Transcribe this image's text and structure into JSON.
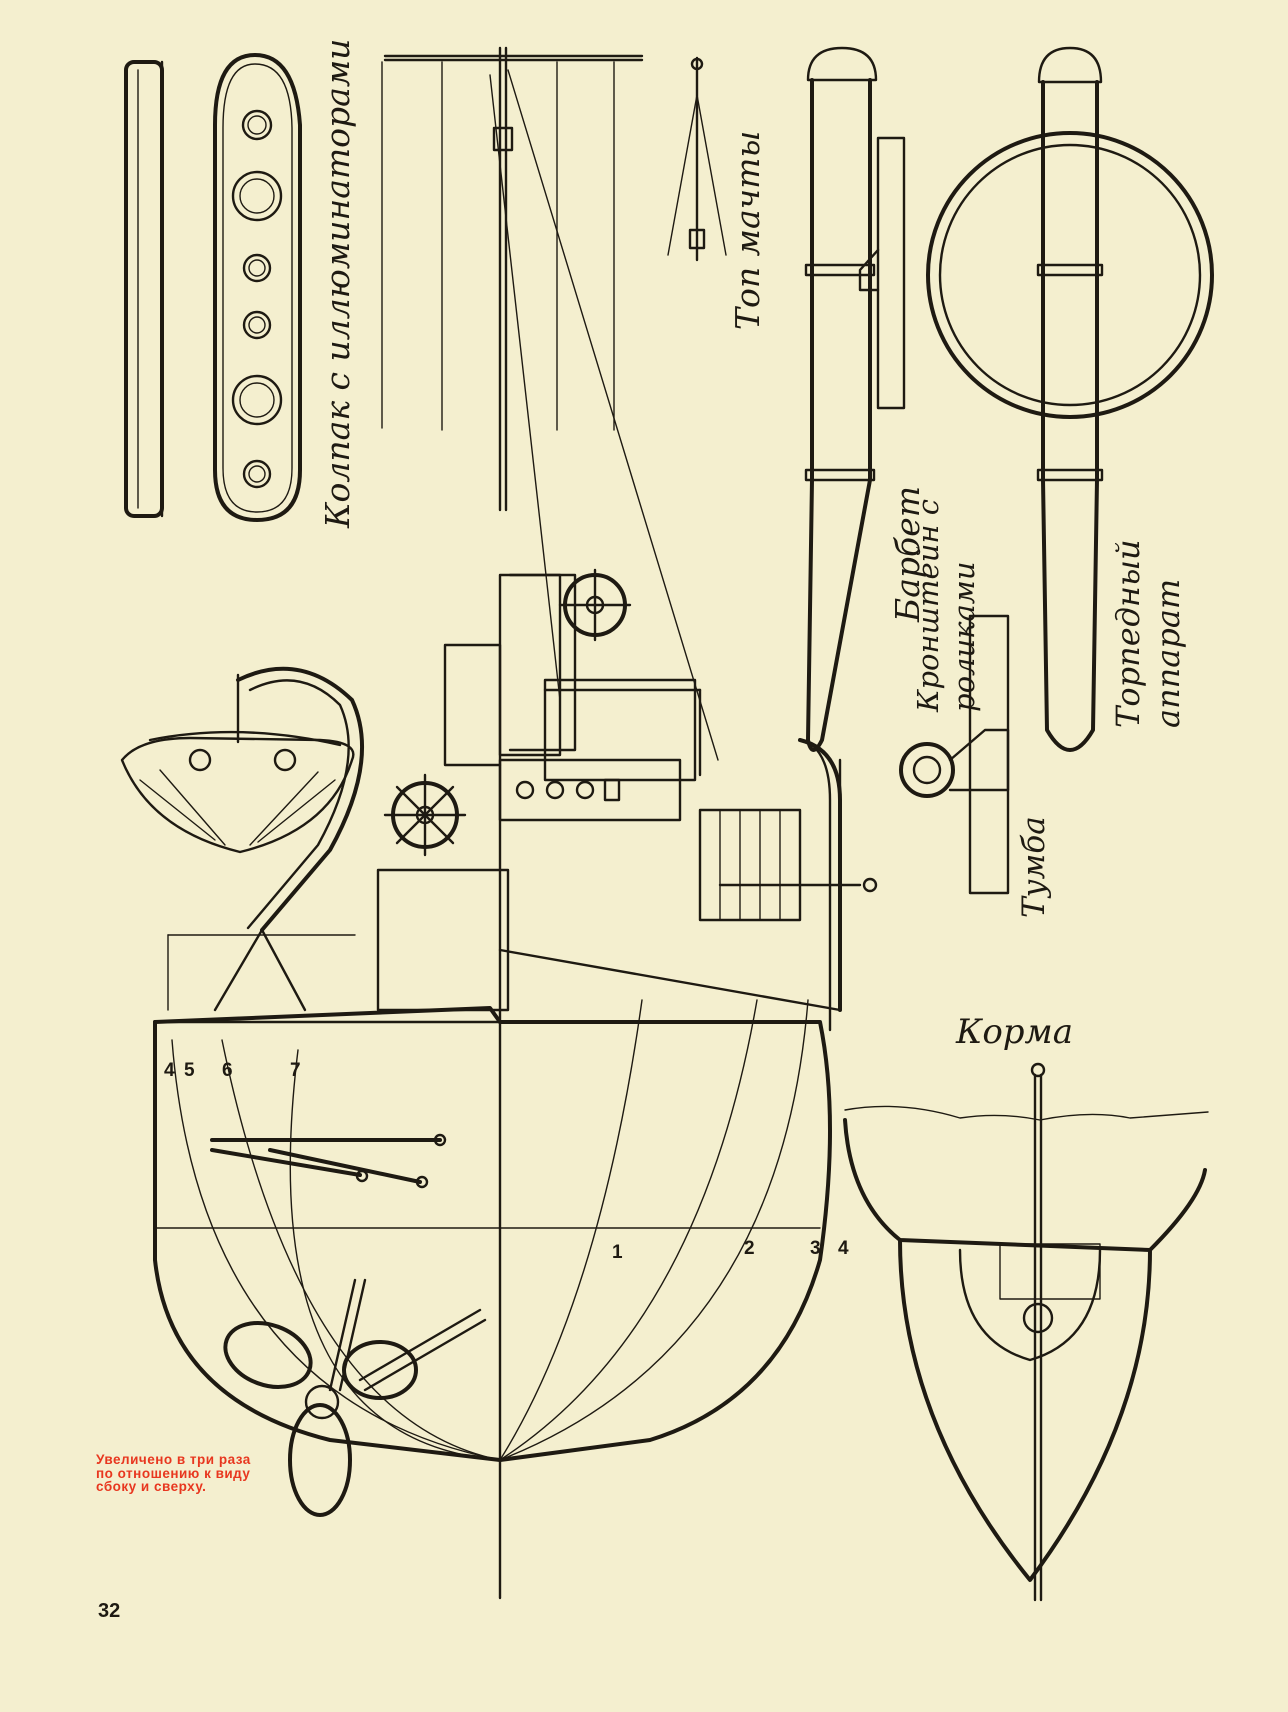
{
  "labels": {
    "cap": "Колпак с иллюминаторами",
    "mast_top": "Топ мачты",
    "barbette": "Барбет",
    "bracket": "Кронштейн с роликами",
    "torpedo_tube": "Торпедный аппарат",
    "bollard": "Тумба",
    "stern": "Корма"
  },
  "frame_numbers": {
    "upper": [
      "4",
      "5",
      "6",
      "7"
    ],
    "lower": [
      "1",
      "2",
      "3",
      "4"
    ]
  },
  "note": "Увеличено в три раза по отношению к виду сбоку и сверху.",
  "page_number": "32",
  "colors": {
    "paper": "#f4efcf",
    "ink": "#1e1a12",
    "note": "#e8371f"
  }
}
